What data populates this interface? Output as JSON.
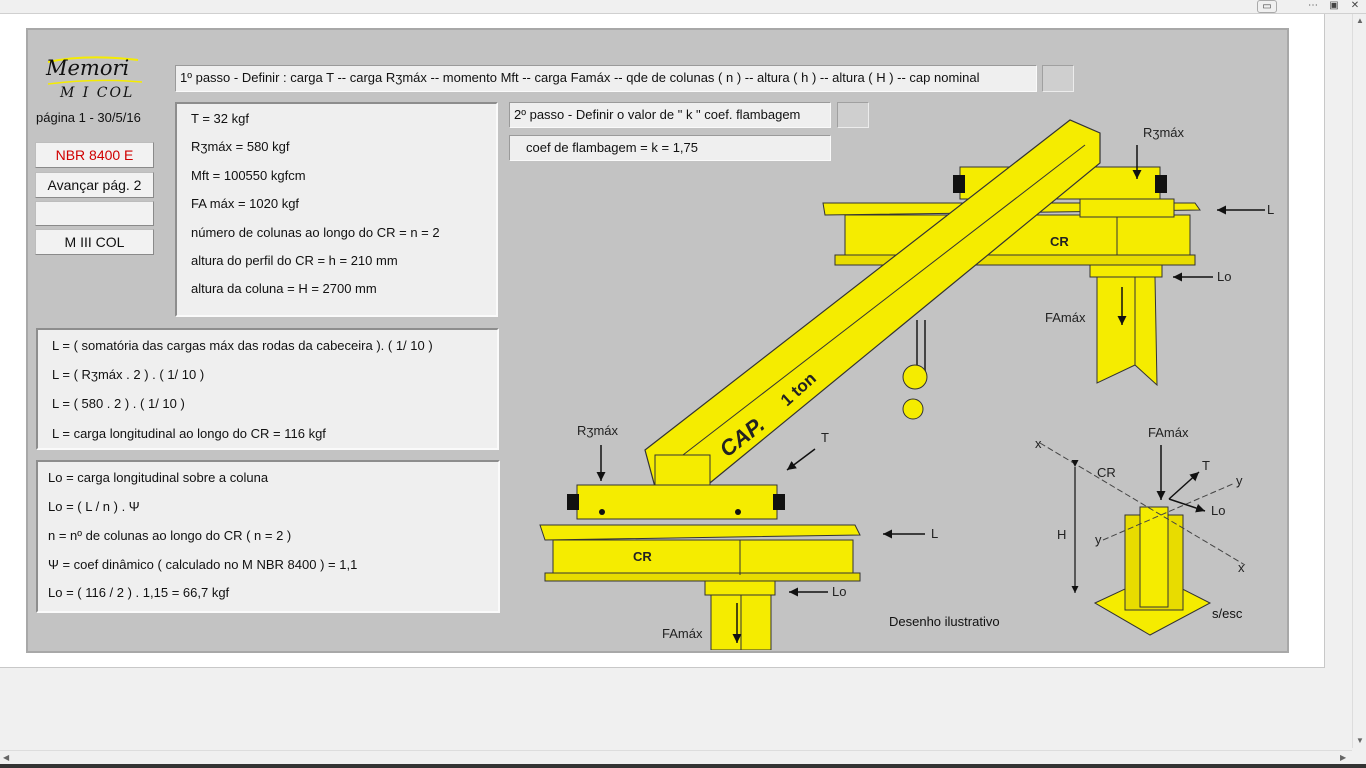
{
  "logo": {
    "line1": "Memori",
    "line2": "M I COL"
  },
  "page_info": "página 1 -   30/5/16",
  "sidebar": {
    "buttons": [
      {
        "label": "NBR 8400 E"
      },
      {
        "label": "Avançar pág. 2"
      },
      {
        "label": ""
      },
      {
        "label": "M III COL"
      }
    ]
  },
  "step1": {
    "text": "1º passo - Definir : carga  T -- carga Rʒmáx -- momento Mft -- carga Famáx -- qde de colunas ( n ) -- altura ( h ) -- altura ( H ) -- cap nominal"
  },
  "step2": {
    "text": "2º passo - Definir o valor de \" k \" coef.  flambagem",
    "result": "coef de flambagem = k = 1,75"
  },
  "inputs_box": {
    "lines": [
      "T = 32 kgf",
      "Rʒmáx = 580 kgf",
      "Mft = 100550 kgfcm",
      "FA máx = 1020 kgf",
      "número de colunas ao longo do CR = n = 2",
      "altura do perfil do CR = h = 210 mm",
      "altura da coluna = H = 2700 mm"
    ]
  },
  "l_box": {
    "lines": [
      "L = ( somatória das cargas máx  das rodas da cabeceira ). ( 1/ 10 )",
      "L = ( Rʒmáx . 2 ) . ( 1/ 10 )",
      "L = ( 580 .  2 ) .  ( 1/ 10 )",
      "L = carga longitudinal ao longo do CR = 116 kgf"
    ]
  },
  "lo_box": {
    "lines": [
      "Lo = carga longitudinal sobre a coluna",
      "Lo = ( L / n ) . Ψ",
      "n = nº de colunas ao longo do CR   ( n = 2 )",
      "  Ψ  = coef dinâmico ( calculado no M NBR 8400 ) = 1,1",
      " Lo = ( 116 / 2 ) . 1,15 = 66,7 kgf"
    ]
  },
  "drawing": {
    "labels": {
      "r3max_top": "Rʒmáx",
      "r3max_left": "Rʒmáx",
      "l_right": "L",
      "lo_right": "Lo",
      "famax_right": "FAmáx",
      "cr_top": "CR",
      "cr_bottom": "CR",
      "cap": "CAP.",
      "ton": "1 ton",
      "t_label": "T",
      "l_bottom": "L",
      "lo_bottom": "Lo",
      "famax_bottom": "FAmáx",
      "detail_famax": "FAmáx",
      "detail_x1": "x",
      "detail_x2": "x",
      "detail_cr": "CR",
      "detail_t": "T",
      "detail_y1": "y",
      "detail_y2": "y",
      "detail_h": "H",
      "detail_lo": "Lo"
    },
    "caption": "Desenho ilustrativo",
    "scale_note": "s/esc"
  },
  "colors": {
    "accent_yellow": "#f5ec00",
    "panel": "#c3c3c3",
    "red_text": "#d00000"
  }
}
